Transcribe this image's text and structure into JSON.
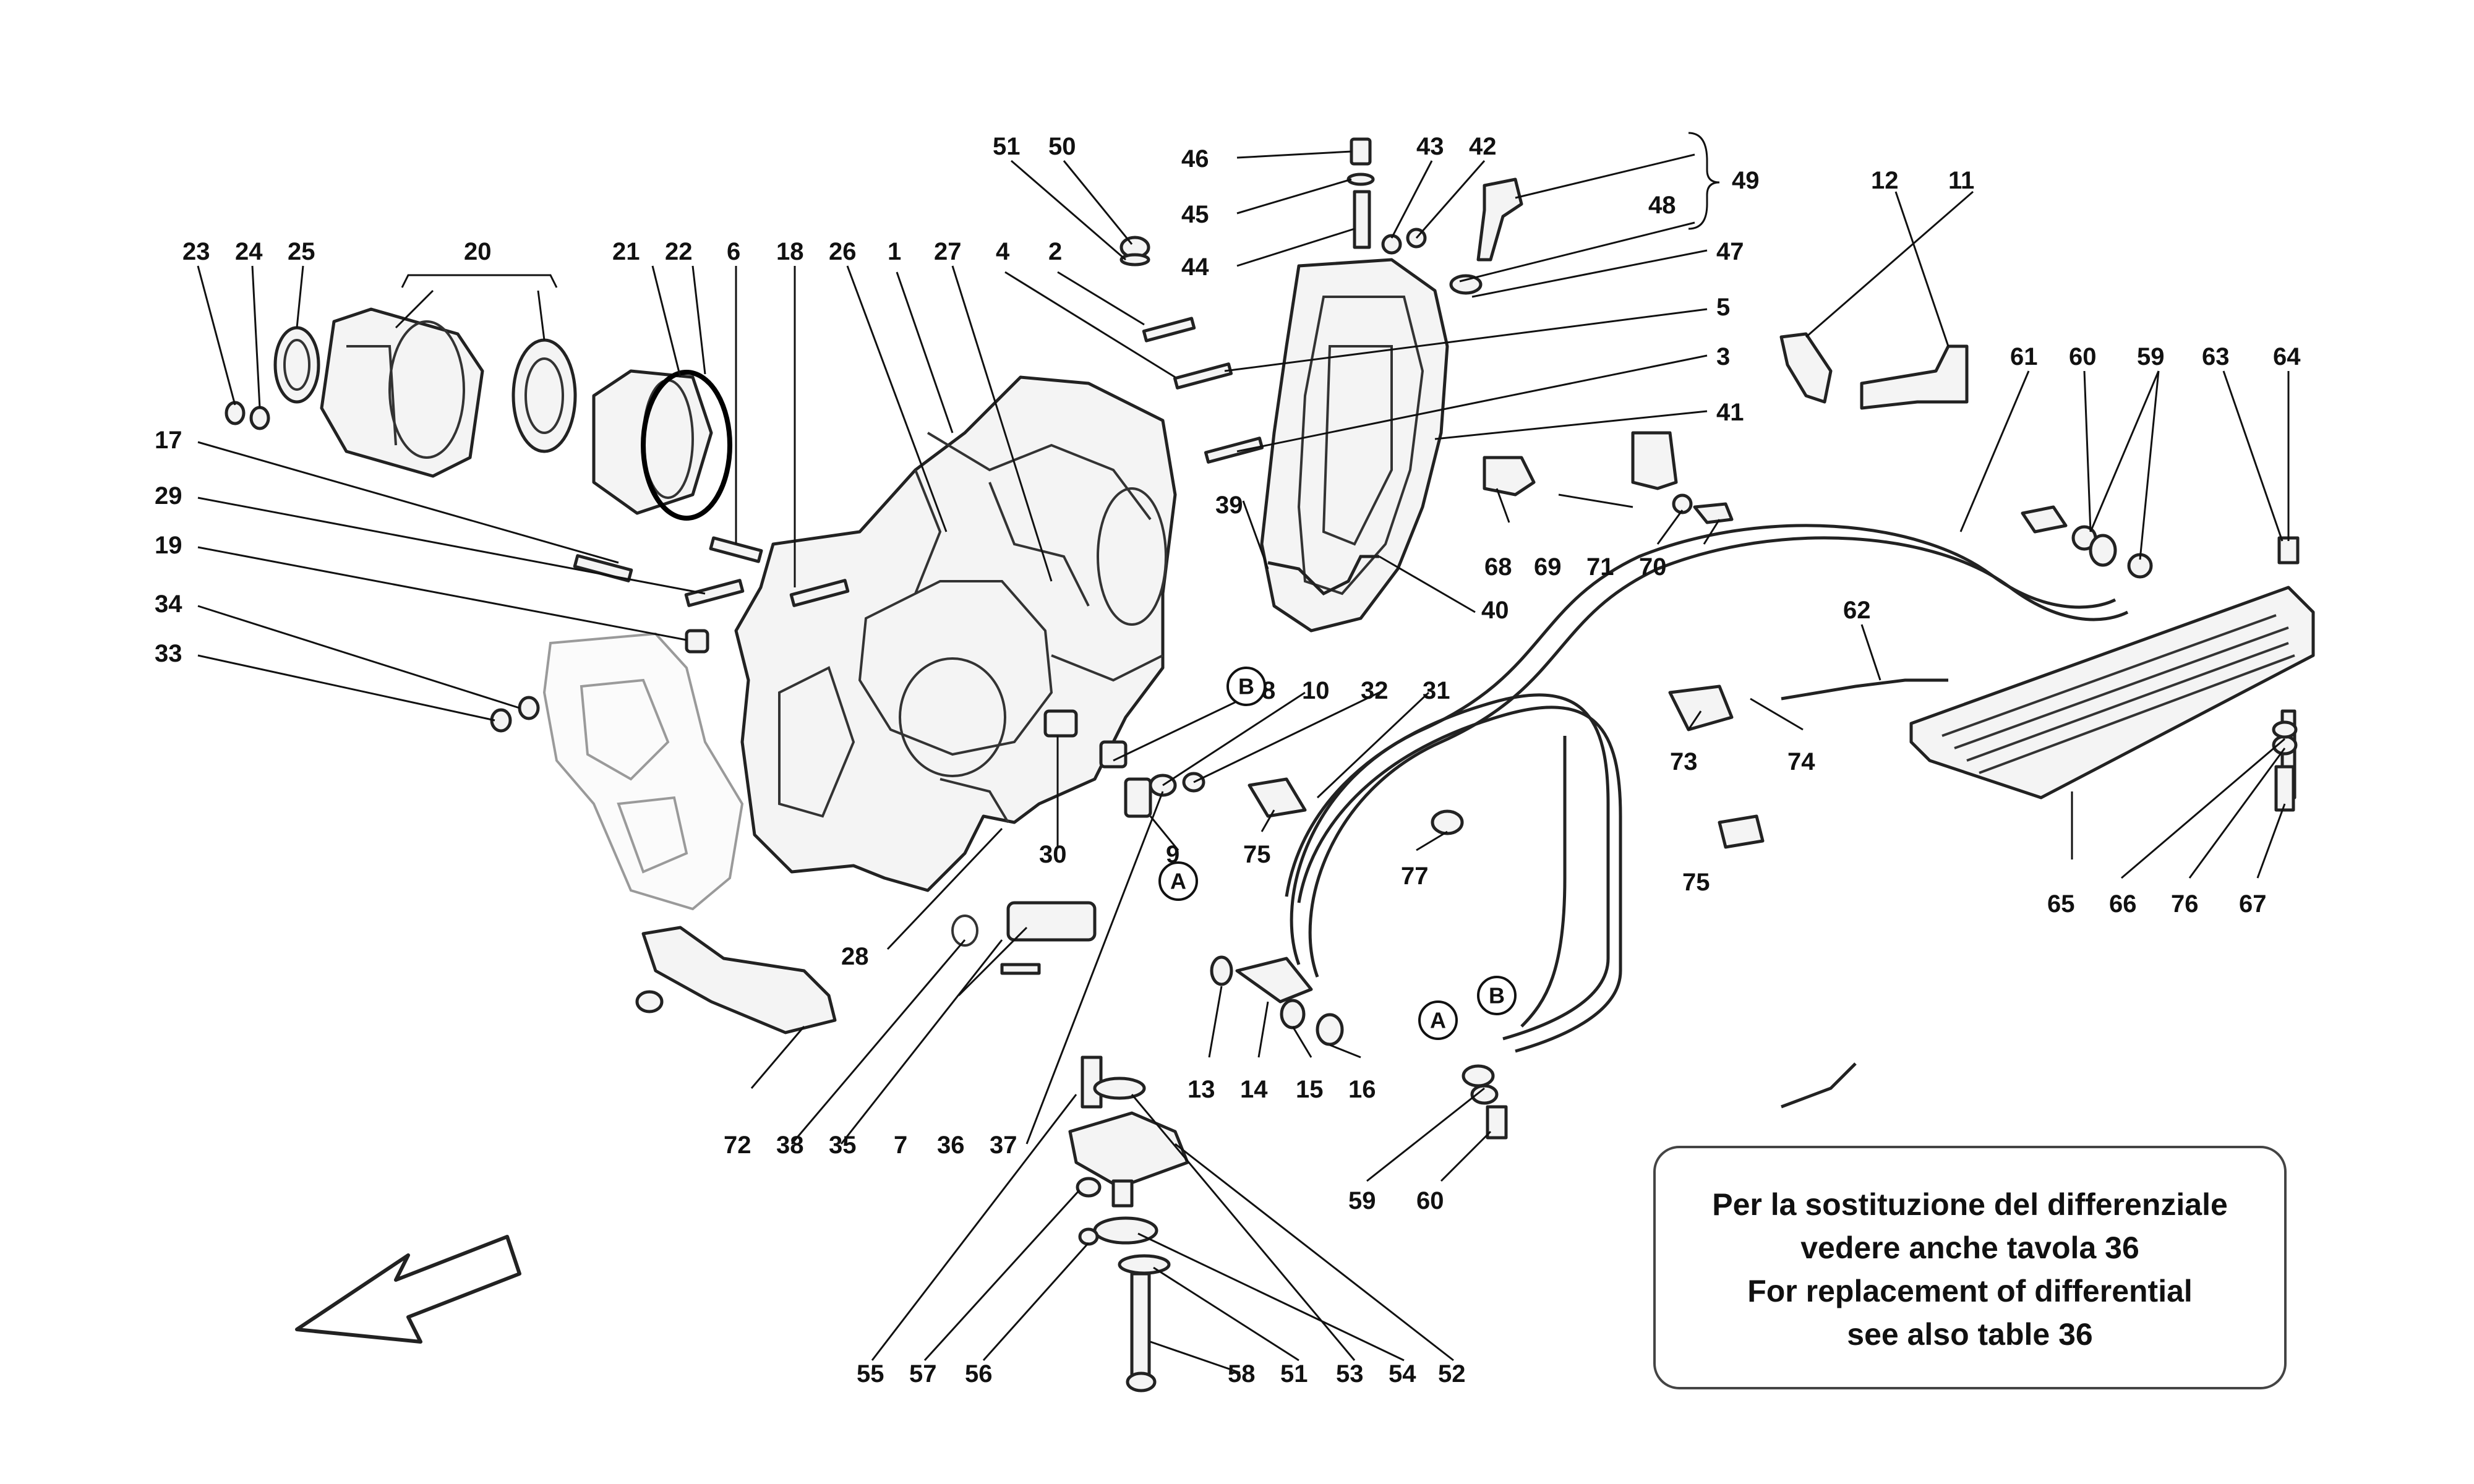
{
  "callouts": [
    "1",
    "2",
    "3",
    "4",
    "5",
    "6",
    "7",
    "8",
    "9",
    "10",
    "11",
    "12",
    "13",
    "14",
    "15",
    "16",
    "17",
    "18",
    "19",
    "20",
    "21",
    "22",
    "23",
    "24",
    "25",
    "26",
    "27",
    "28",
    "29",
    "30",
    "31",
    "32",
    "33",
    "34",
    "35",
    "36",
    "37",
    "38",
    "39",
    "40",
    "41",
    "42",
    "43",
    "44",
    "45",
    "46",
    "47",
    "48",
    "49",
    "50",
    "51",
    "52",
    "53",
    "54",
    "55",
    "56",
    "57",
    "58",
    "59",
    "60",
    "61",
    "62",
    "63",
    "64",
    "65",
    "66",
    "67",
    "68",
    "69",
    "70",
    "71",
    "72",
    "73",
    "74",
    "75",
    "76",
    "77"
  ],
  "markers": {
    "a": "A",
    "b": "B"
  },
  "note": {
    "line1": "Per la sostituzione del differenziale",
    "line2": "vedere anche tavola 36",
    "line3": "For replacement of differential",
    "line4": "see  also table 36"
  }
}
